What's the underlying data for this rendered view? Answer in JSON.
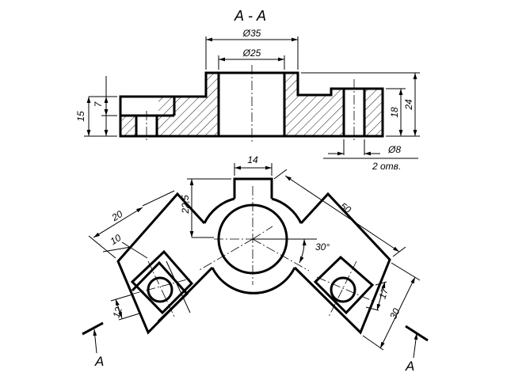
{
  "section_title": "А - А",
  "section_view": {
    "dims": {
      "outer_diameter": "Ø35",
      "inner_diameter": "Ø25",
      "total_height": "15",
      "step_height": "7",
      "boss_height": "18",
      "boss_total": "24",
      "hole_diameter": "Ø8",
      "hole_count": "2 отв."
    }
  },
  "plan_view": {
    "dims": {
      "slot_width": "14",
      "slot_offset": "22,5",
      "arm_length": "50",
      "arm_angle": "30°",
      "arm_width_left": "20",
      "pad_offset_left": "10",
      "hole_offset_left": "12",
      "hole_offset_right": "17",
      "arm_width_right": "30"
    },
    "cut_label_left": "А",
    "cut_label_right": "А"
  },
  "colors": {
    "ink": "#000000",
    "background": "#ffffff"
  }
}
